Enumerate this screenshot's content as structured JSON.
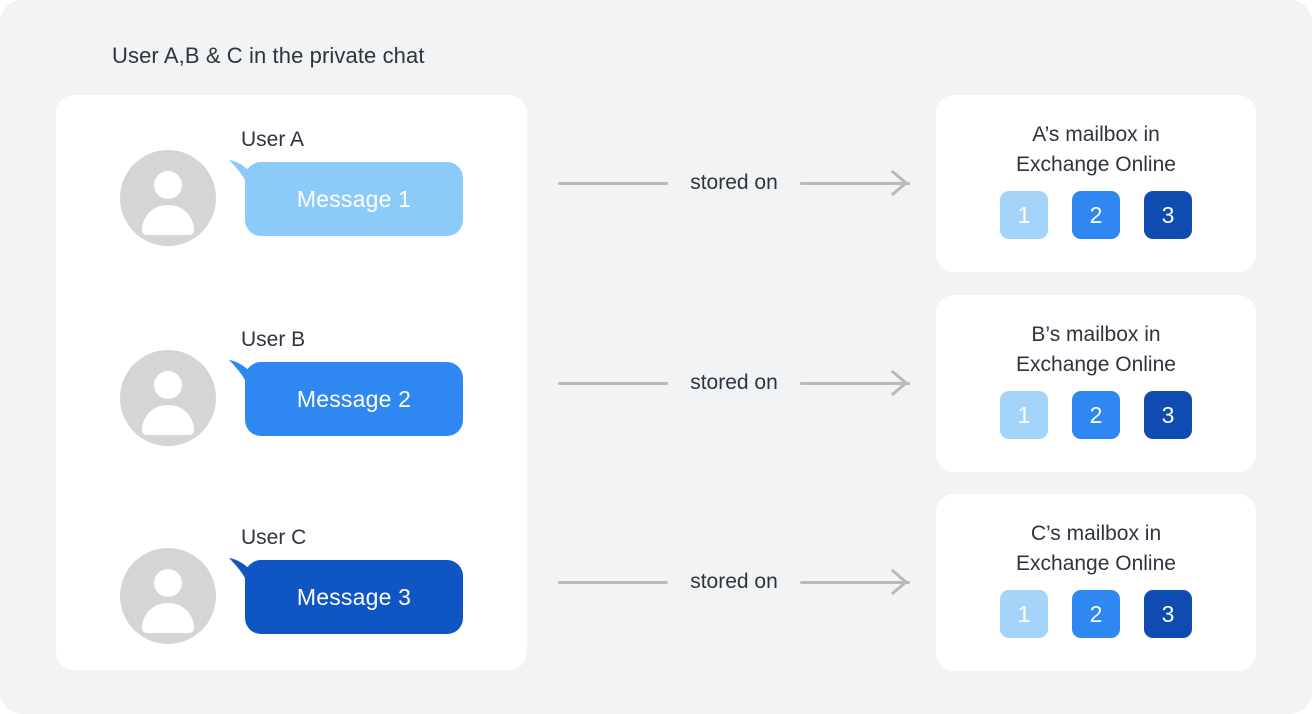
{
  "title": "User A,B & C in the private chat",
  "colors": {
    "canvas_bg": "#f2f3f5",
    "card_bg": "#ffffff",
    "text": "#2e3440",
    "avatar_gray": "#d5d5d6",
    "connector_gray": "#b9b9bb",
    "message_1": "#8ccafa",
    "message_2": "#2f88f2",
    "message_3": "#0f56c4"
  },
  "chat": {
    "rows": [
      {
        "user_label": "User A",
        "message_text": "Message 1",
        "bubble_color": "#8ccafa",
        "avatar_icon": "person-icon"
      },
      {
        "user_label": "User B",
        "message_text": "Message 2",
        "bubble_color": "#2f88f2",
        "avatar_icon": "person-icon"
      },
      {
        "user_label": "User C",
        "message_text": "Message 3",
        "bubble_color": "#0f56c4",
        "avatar_icon": "person-icon"
      }
    ]
  },
  "connectors": [
    {
      "label": "stored on",
      "icon": "arrow-right-icon"
    },
    {
      "label": "stored on",
      "icon": "arrow-right-icon"
    },
    {
      "label": "stored on",
      "icon": "arrow-right-icon"
    }
  ],
  "mailboxes": [
    {
      "title": "A’s mailbox in\nExchange Online",
      "messages": [
        {
          "number": "1",
          "color": "#a5d4fb"
        },
        {
          "number": "2",
          "color": "#2f88f2"
        },
        {
          "number": "3",
          "color": "#0f4bb0"
        }
      ]
    },
    {
      "title": "B’s mailbox in\nExchange Online",
      "messages": [
        {
          "number": "1",
          "color": "#a5d4fb"
        },
        {
          "number": "2",
          "color": "#2f88f2"
        },
        {
          "number": "3",
          "color": "#0f4bb0"
        }
      ]
    },
    {
      "title": "C’s mailbox in\nExchange Online",
      "messages": [
        {
          "number": "1",
          "color": "#a5d4fb"
        },
        {
          "number": "2",
          "color": "#2f88f2"
        },
        {
          "number": "3",
          "color": "#0f4bb0"
        }
      ]
    }
  ]
}
